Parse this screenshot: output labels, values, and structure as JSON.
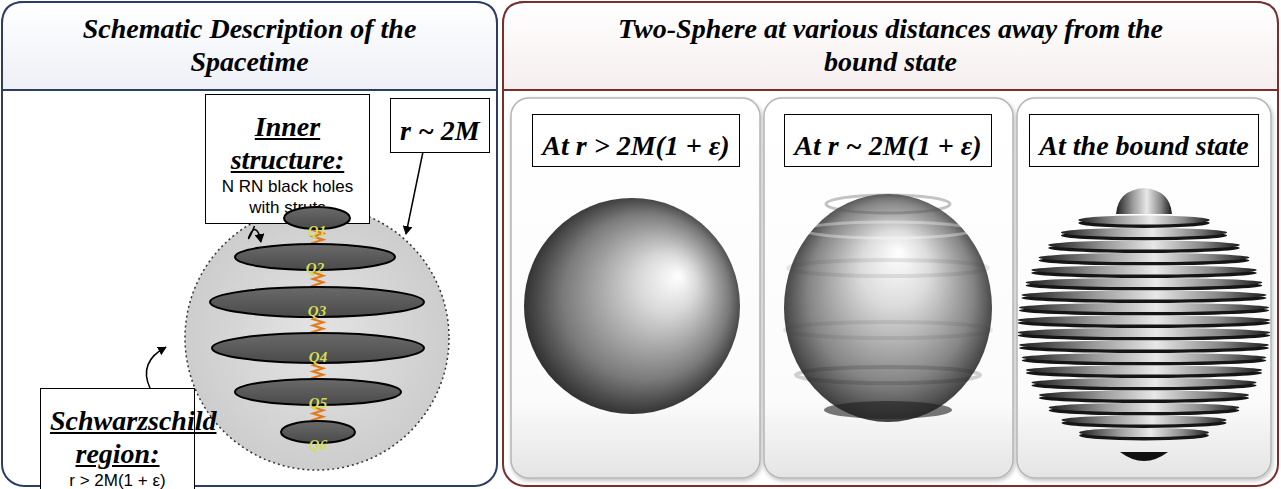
{
  "diagram": {
    "nodes": [
      {
        "text": [
          "Schematic Description of the Spacetime"
        ]
      },
      {
        "text": [
          "Inner structure:",
          "N RN black holes with struts"
        ],
        "in": 0
      },
      {
        "text": [
          "r ~ 2M"
        ],
        "in": 0
      },
      {
        "text": [
          "Q1"
        ],
        "in": 0
      },
      {
        "text": [
          "Q2"
        ],
        "in": 0
      },
      {
        "text": [
          "Q3"
        ],
        "in": 0
      },
      {
        "text": [
          "Q4"
        ],
        "in": 0
      },
      {
        "text": [
          "Q5"
        ],
        "in": 0
      },
      {
        "text": [
          "Q6"
        ],
        "in": 0
      },
      {
        "text": [
          "Schwarzschild region:",
          "r > 2M(1 + ε)"
        ],
        "in": 0
      },
      {
        "text": [
          "Two-Sphere at various distances away from the bound state"
        ]
      },
      {
        "text": [
          "At r > 2M(1 + ε)"
        ],
        "in": 10
      },
      {
        "text": [
          "At r ~ 2M(1 + ε)"
        ],
        "in": 10
      },
      {
        "text": [
          "At the bound state"
        ],
        "in": 10
      }
    ],
    "edges": [
      {
        "from": 1,
        "to": 4,
        "arrow": "to"
      }
    ]
  }
}
